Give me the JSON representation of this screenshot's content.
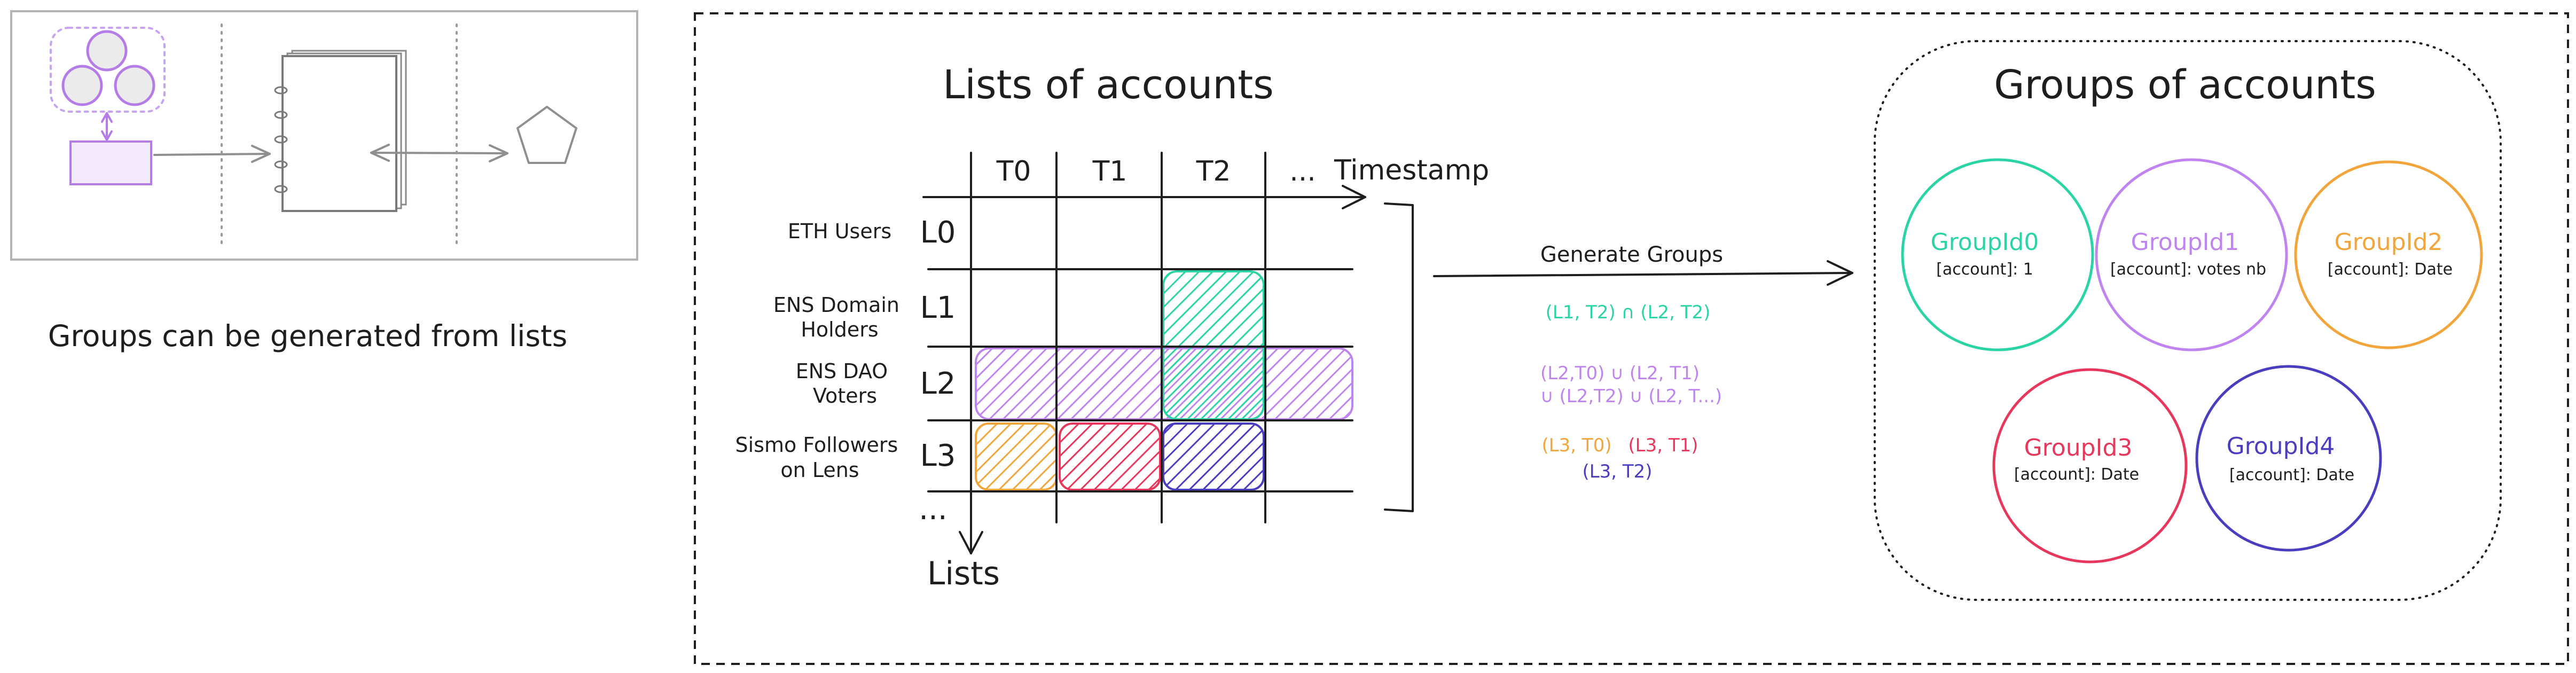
{
  "left_panel": {
    "caption": "Groups can be generated from lists"
  },
  "lists": {
    "title": "Lists of accounts",
    "x_axis_label": "Timestamp",
    "y_axis_label": "Lists",
    "columns": [
      "T0",
      "T1",
      "T2"
    ],
    "more_columns": "...",
    "rows": [
      {
        "id": "L0",
        "label": [
          "ETH Users"
        ]
      },
      {
        "id": "L1",
        "label": [
          "ENS Domain",
          "Holders"
        ]
      },
      {
        "id": "L2",
        "label": [
          "ENS DAO",
          "Voters"
        ]
      },
      {
        "id": "L3",
        "label": [
          "Sismo Followers",
          "on Lens"
        ]
      }
    ],
    "more_rows": "..."
  },
  "generate": {
    "label": "Generate Groups",
    "formulas": [
      {
        "lines": [
          "(L1, T2) ∩ (L2, T2)"
        ]
      },
      {
        "lines": [
          "(L2,T0) ∪ (L2, T1)",
          "∪ (L2,T2) ∪ (L2, T...)"
        ]
      },
      {
        "parts": [
          "(L3, T0)",
          "(L3, T1)",
          "(L3, T2)"
        ]
      }
    ]
  },
  "groups": {
    "title": "Groups of accounts",
    "items": [
      {
        "name": "GroupId0",
        "value": "[account]: 1"
      },
      {
        "name": "GroupId1",
        "value": "[account]: votes nb"
      },
      {
        "name": "GroupId2",
        "value": "[account]: Date"
      },
      {
        "name": "GroupId3",
        "value": "[account]: Date"
      },
      {
        "name": "GroupId4",
        "value": "[account]: Date"
      }
    ]
  },
  "palette": {
    "teal": "#2ad4a4",
    "purple": "#bf84f0",
    "orange": "#f2a53a",
    "red": "#e8375c",
    "indigo": "#4b3dc0"
  }
}
